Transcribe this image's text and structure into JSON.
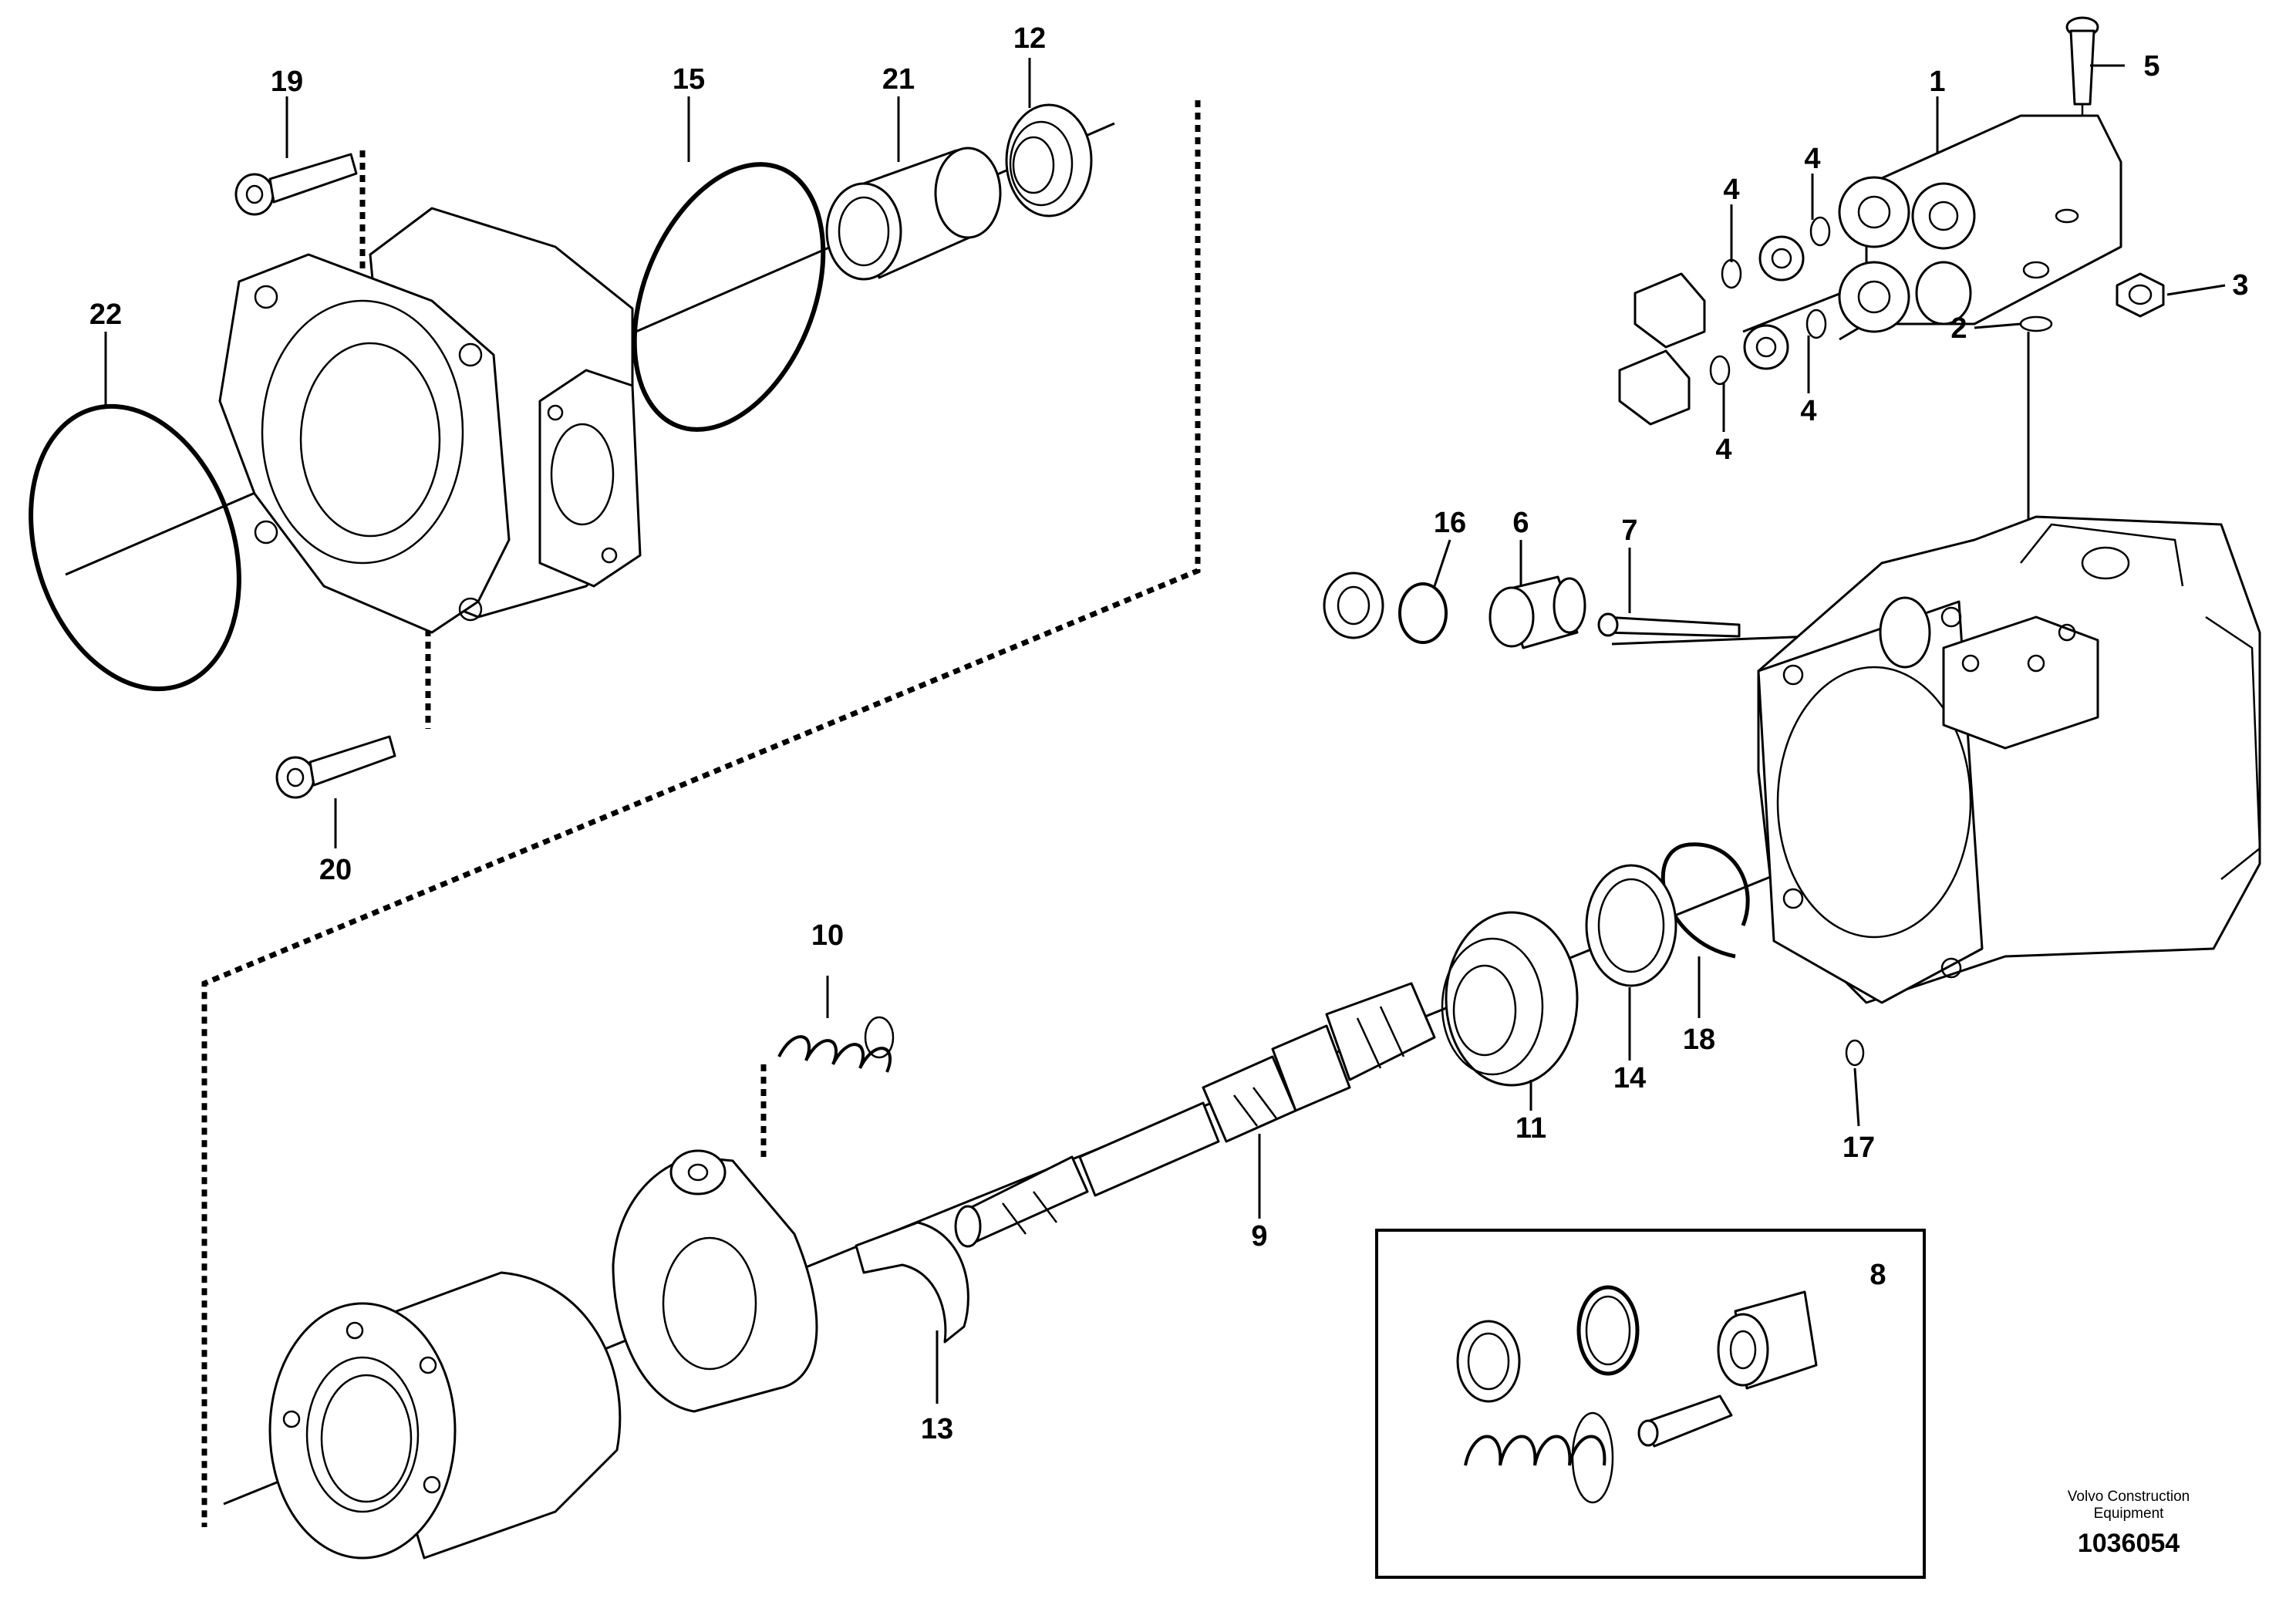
{
  "diagram": {
    "labels": {
      "p1": "1",
      "p2": "2",
      "p3": "3",
      "p4a": "4",
      "p4b": "4",
      "p4c": "4",
      "p4d": "4",
      "p5": "5",
      "p6": "6",
      "p7": "7",
      "p8": "8",
      "p9": "9",
      "p10": "10",
      "p11": "11",
      "p12": "12",
      "p13": "13",
      "p14": "14",
      "p15": "15",
      "p16": "16",
      "p17": "17",
      "p18": "18",
      "p19": "19",
      "p20": "20",
      "p21": "21",
      "p22": "22"
    }
  },
  "footer": {
    "brand_line1": "Volvo Construction",
    "brand_line2": "Equipment",
    "drawing_number": "1036054"
  }
}
